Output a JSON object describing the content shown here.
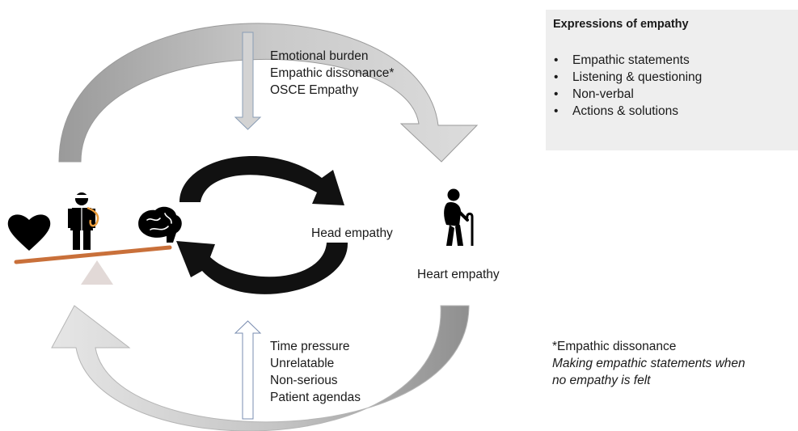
{
  "box": {
    "title": "Expressions of empathy",
    "items": [
      "Empathic statements",
      "Listening & questioning",
      "Non-verbal",
      "Actions & solutions"
    ]
  },
  "top_factors": [
    "Emotional burden",
    "Empathic dissonance*",
    "OSCE Empathy"
  ],
  "bottom_factors": [
    "Time pressure",
    "Unrelatable",
    "Non-serious",
    "Patient agendas"
  ],
  "labels": {
    "head_empathy": "Head empathy",
    "heart_empathy": "Heart empathy"
  },
  "footnote": {
    "title": "*Empathic dissonance",
    "line1": "Making empathic statements when",
    "line2": "no empathy is felt"
  },
  "colors": {
    "balance_beam": "#c9703a",
    "fulcrum": "#e2d9d7",
    "cycle_arrows": "#111111",
    "arc_top": "#b4b4b4",
    "arc_bottom": "#c4c4c4",
    "box_bg": "#eeeeee"
  },
  "icons": [
    "heart-icon",
    "doctor-icon",
    "stethoscope-icon",
    "brain-icon",
    "elderly-person-icon"
  ]
}
